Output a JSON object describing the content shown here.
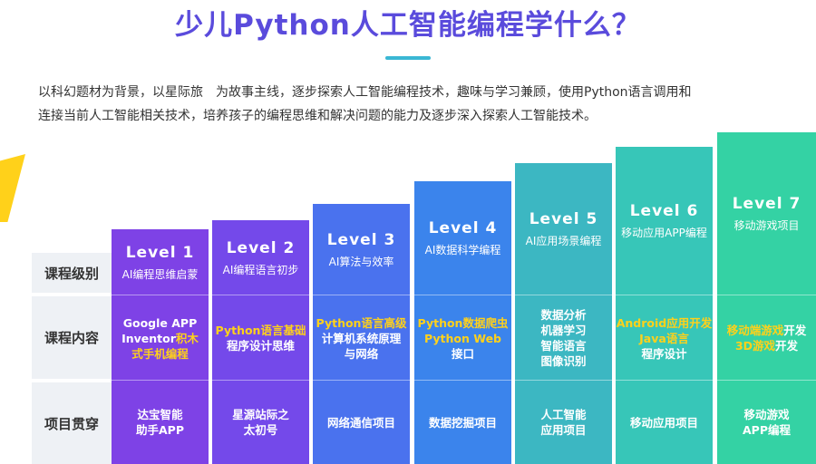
{
  "page": {
    "title": "少儿Python人工智能编程学什么？",
    "intro_line1": "以科幻题材为背景，以星际旅　为故事主线，逐步探索人工智能编程技术，趣味与学习兼顾，使用Python语言调用和",
    "intro_line2": "连接当前人工智能相关技术，培养孩子的编程思维和解决问题的能力及逐步深入探索人工智能技术。"
  },
  "row_labels": [
    "课程级别",
    "课程内容",
    "项目贯穿"
  ],
  "colors": {
    "title": "#5a4bdc",
    "accent_underline": "#3ab7d4",
    "highlight": "#ffd11a",
    "label_bg": "#eef1f5"
  },
  "levels": [
    {
      "level": "Level 1",
      "subtitle": "AI编程思维启蒙",
      "color": "#7e42e6",
      "content": [
        [
          {
            "t": "Google APP"
          }
        ],
        [
          {
            "t": "Inventor"
          },
          {
            "t": "积木",
            "hl": true
          }
        ],
        [
          {
            "t": "式手机编程",
            "hl": true
          }
        ]
      ],
      "project": [
        [
          {
            "t": "达宝智能"
          }
        ],
        [
          {
            "t": "助手APP"
          }
        ]
      ]
    },
    {
      "level": "Level 2",
      "subtitle": "AI编程语言初步",
      "color": "#7449ea",
      "content": [
        [
          {
            "t": "Python语言基础",
            "hl": true
          }
        ],
        [
          {
            "t": "程序设计思维"
          }
        ]
      ],
      "project": [
        [
          {
            "t": "星源站际之"
          }
        ],
        [
          {
            "t": "太初号"
          }
        ]
      ]
    },
    {
      "level": "Level 3",
      "subtitle": "AI算法与效率",
      "color": "#4a72ee",
      "content": [
        [
          {
            "t": "Python语言高级",
            "hl": true
          }
        ],
        [
          {
            "t": "计算机系统原理"
          }
        ],
        [
          {
            "t": "与网络"
          }
        ]
      ],
      "project": [
        [
          {
            "t": "网络通信项目"
          }
        ]
      ]
    },
    {
      "level": "Level 4",
      "subtitle": "AI数据科学编程",
      "color": "#3b84ec",
      "content": [
        [
          {
            "t": "Python数据爬虫",
            "hl": true
          }
        ],
        [
          {
            "t": "Python Web",
            "hl": true
          }
        ],
        [
          {
            "t": "接口"
          }
        ]
      ],
      "project": [
        [
          {
            "t": "数据挖掘项目"
          }
        ]
      ]
    },
    {
      "level": "Level 5",
      "subtitle": "AI应用场景编程",
      "color": "#3cb7c2",
      "content": [
        [
          {
            "t": "数据分析"
          }
        ],
        [
          {
            "t": "机器学习"
          }
        ],
        [
          {
            "t": "智能语言"
          }
        ],
        [
          {
            "t": "图像识别"
          }
        ]
      ],
      "project": [
        [
          {
            "t": "人工智能"
          }
        ],
        [
          {
            "t": "应用项目"
          }
        ]
      ]
    },
    {
      "level": "Level 6",
      "subtitle": "移动应用APP编程",
      "color": "#37c6b8",
      "content": [
        [
          {
            "t": "Android应用开发",
            "hl": true
          }
        ],
        [
          {
            "t": "Java语言",
            "hl": true
          }
        ],
        [
          {
            "t": "程序设计"
          }
        ]
      ],
      "project": [
        [
          {
            "t": "移动应用项目"
          }
        ]
      ]
    },
    {
      "level": "Level 7",
      "subtitle": "移动游戏项目",
      "color": "#34d2a4",
      "content": [
        [
          {
            "t": "移动端游戏",
            "hl": true
          },
          {
            "t": "开发"
          }
        ],
        [
          {
            "t": "3D游戏",
            "hl": true
          },
          {
            "t": "开发"
          }
        ]
      ],
      "project": [
        [
          {
            "t": "移动游戏"
          }
        ],
        [
          {
            "t": "APP编程"
          }
        ]
      ]
    }
  ]
}
